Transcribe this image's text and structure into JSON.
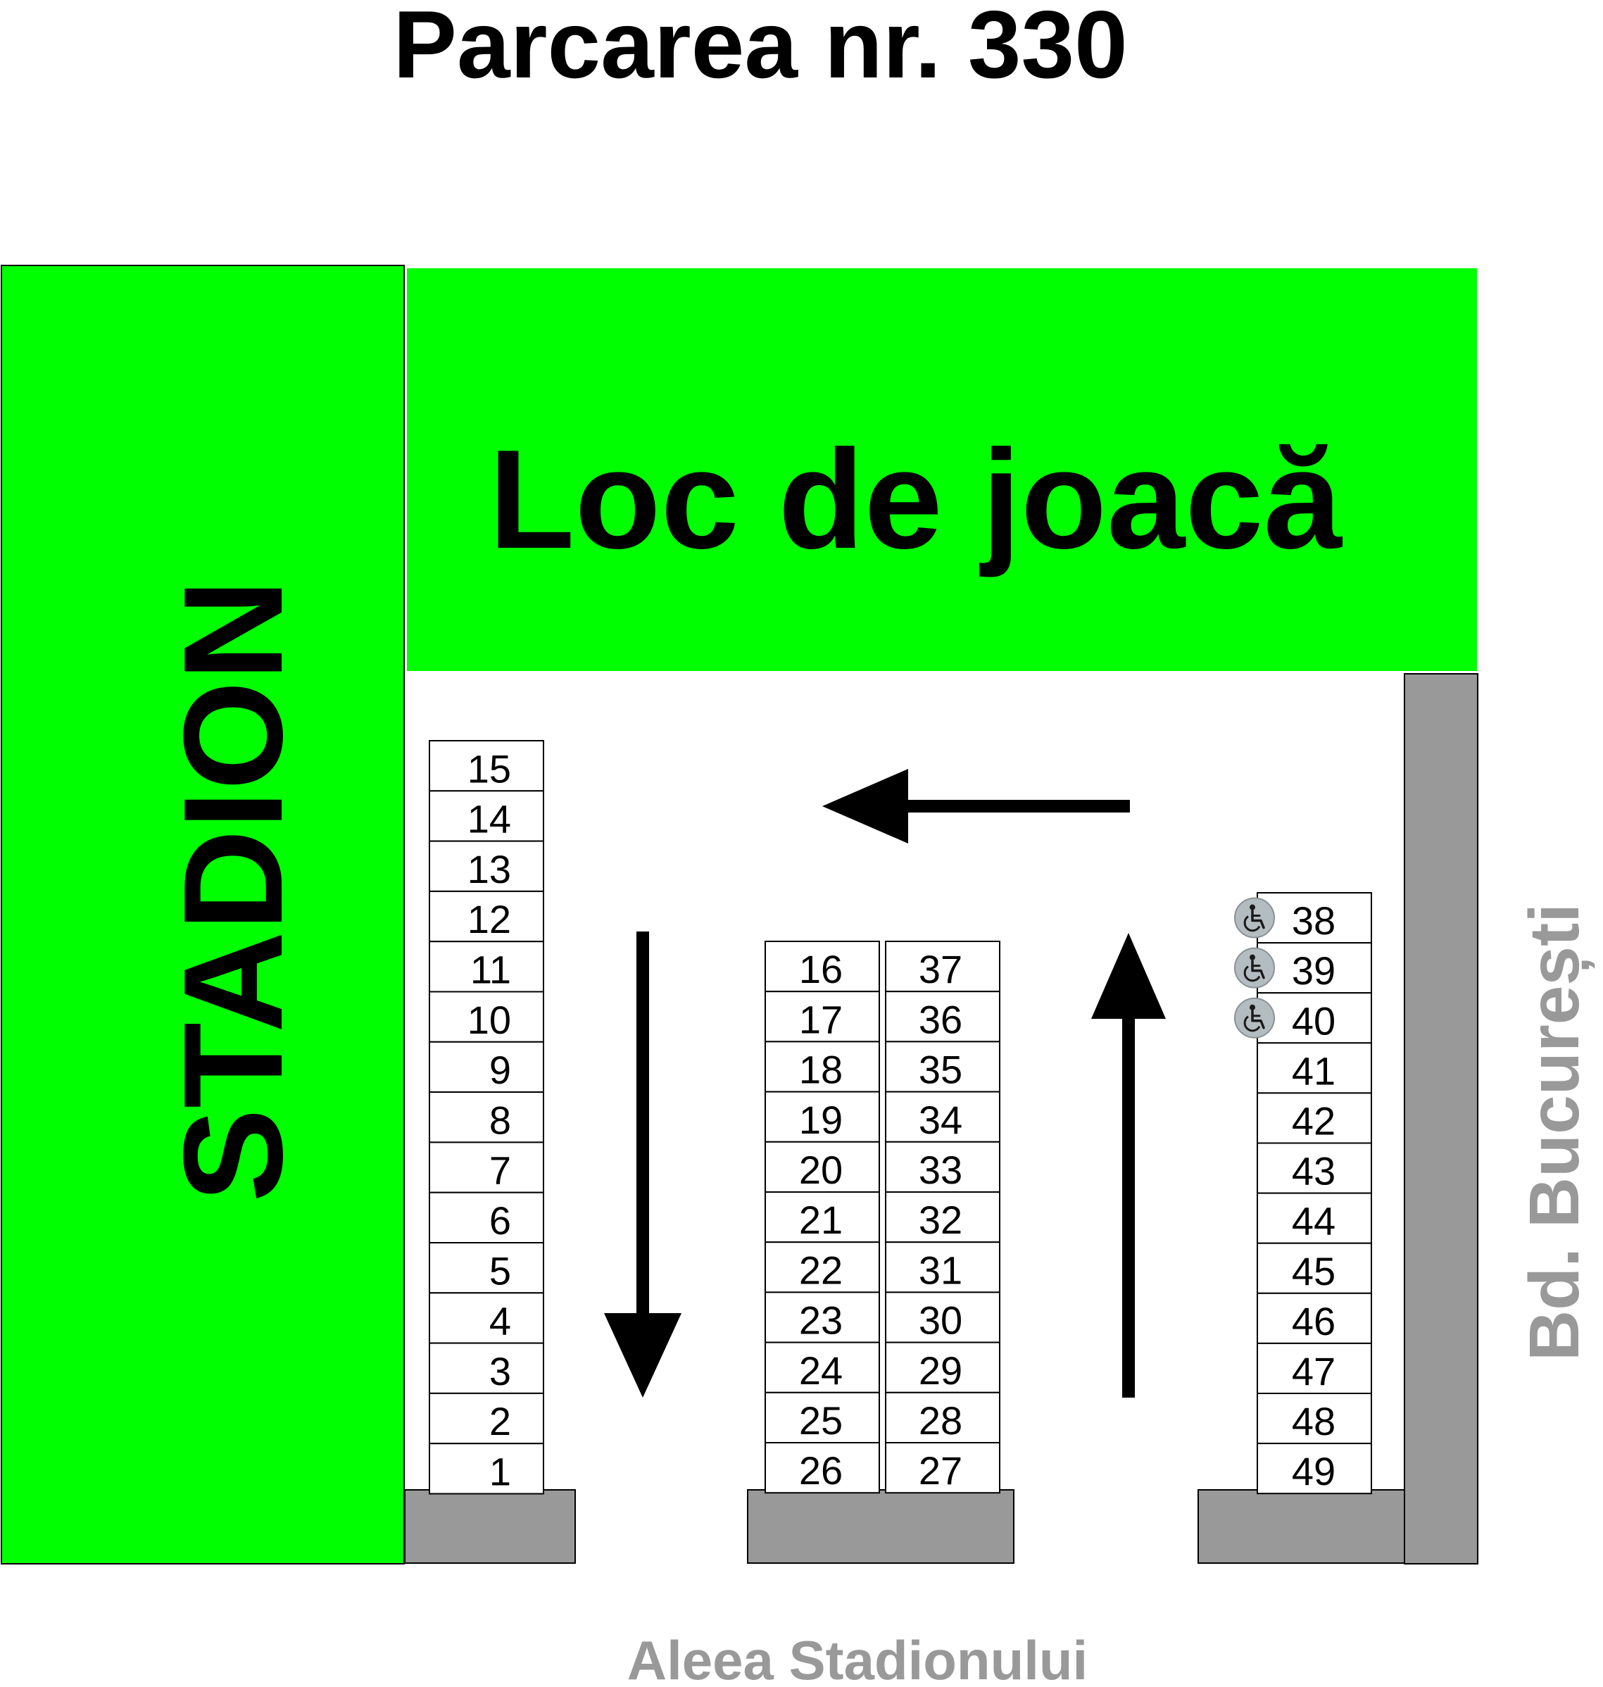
{
  "title": "Parcarea nr. 330",
  "zones": {
    "stadium": "STADION",
    "playground": "Loc de joacă"
  },
  "streets": {
    "bottom": "Aleea Stadionului",
    "right": "Bd. București"
  },
  "colors": {
    "green": "#00ff00",
    "curb": "#999999",
    "accessible_badge": "#b3bcc0"
  },
  "icons": {
    "accessible": "wheelchair-icon",
    "direction": "arrow-icon"
  },
  "traffic_directions": [
    "down",
    "left",
    "up"
  ],
  "rows": [
    {
      "id": "left",
      "spots": [
        "15",
        "14",
        "13",
        "12",
        "11",
        "10",
        "9",
        "8",
        "7",
        "6",
        "5",
        "4",
        "3",
        "2",
        "1"
      ]
    },
    {
      "id": "middle-left",
      "spots": [
        "16",
        "17",
        "18",
        "19",
        "20",
        "21",
        "22",
        "23",
        "24",
        "25",
        "26"
      ]
    },
    {
      "id": "middle-right",
      "spots": [
        "37",
        "36",
        "35",
        "34",
        "33",
        "32",
        "31",
        "30",
        "29",
        "28",
        "27"
      ]
    },
    {
      "id": "right",
      "spots": [
        "38",
        "39",
        "40",
        "41",
        "42",
        "43",
        "44",
        "45",
        "46",
        "47",
        "48",
        "49"
      ],
      "accessible_count": 3
    }
  ]
}
